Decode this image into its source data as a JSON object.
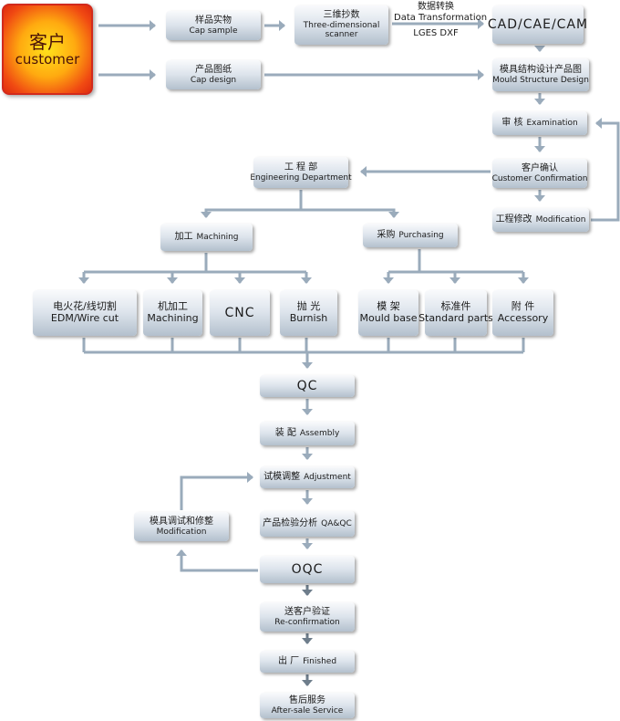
{
  "customer": {
    "zh": "客户",
    "en": "customer"
  },
  "cap_sample": {
    "zh": "样品实物",
    "en": "Cap sample"
  },
  "cap_design": {
    "zh": "产品图纸",
    "en": "Cap design"
  },
  "scanner": {
    "zh": "三维抄数",
    "en1": "Three-dimensional",
    "en2": "scanner"
  },
  "data_transformation": {
    "zh": "数据转换",
    "en": "Data Transformation"
  },
  "file_formats": "LGES DXF",
  "cad_cam": "CAD/CAE/CAM",
  "mould_design": {
    "zh": "模具结构设计产品图",
    "en": "Mould Structure Design"
  },
  "examination": {
    "zh": "审 核",
    "en": "Examination"
  },
  "customer_confirmation": {
    "zh": "客户确认",
    "en": "Customer Confirmation"
  },
  "engineering_modification": {
    "zh": "工程修改",
    "en": "Modification"
  },
  "engineering_department": {
    "zh": "工 程 部",
    "en": "Engineering Department"
  },
  "machining_group": {
    "zh": "加工",
    "en": "Machining"
  },
  "purchasing": {
    "zh": "采购",
    "en": "Purchasing"
  },
  "edm": {
    "zh": "电火花/线切割",
    "en": "EDM/Wire cut"
  },
  "machining": {
    "zh": "机加工",
    "en": "Machining"
  },
  "cnc": "CNC",
  "burnish": {
    "zh": "抛 光",
    "en": "Burnish"
  },
  "mould_base": {
    "zh": "模 架",
    "en": "Mould base"
  },
  "standard_parts": {
    "zh": "标准件",
    "en": "Standard parts"
  },
  "accessory": {
    "zh": "附 件",
    "en": "Accessory"
  },
  "qc": "QC",
  "assembly": {
    "zh": "装 配",
    "en": "Assembly"
  },
  "adjustment": {
    "zh": "试模调整",
    "en": "Adjustment"
  },
  "qa_qc": {
    "zh": "产品检验分析",
    "en": "QA&QC"
  },
  "mould_modification": {
    "zh": "模具调试和修整",
    "en": "Modification"
  },
  "oqc": "OQC",
  "reconfirmation": {
    "zh": "送客户验证",
    "en": "Re-confirmation"
  },
  "finished": {
    "zh": "出 厂",
    "en": "Finished"
  },
  "after_sale": {
    "zh": "售后服务",
    "en": "After-sale Service"
  },
  "colors": {
    "connector": "#9aabbb",
    "connector_dark": "#6e7d8b",
    "box_top": "#f9fafc",
    "box_bottom": "#b3c0cd",
    "customer_orange": "#f56a12",
    "customer_border": "#d22a1c"
  }
}
